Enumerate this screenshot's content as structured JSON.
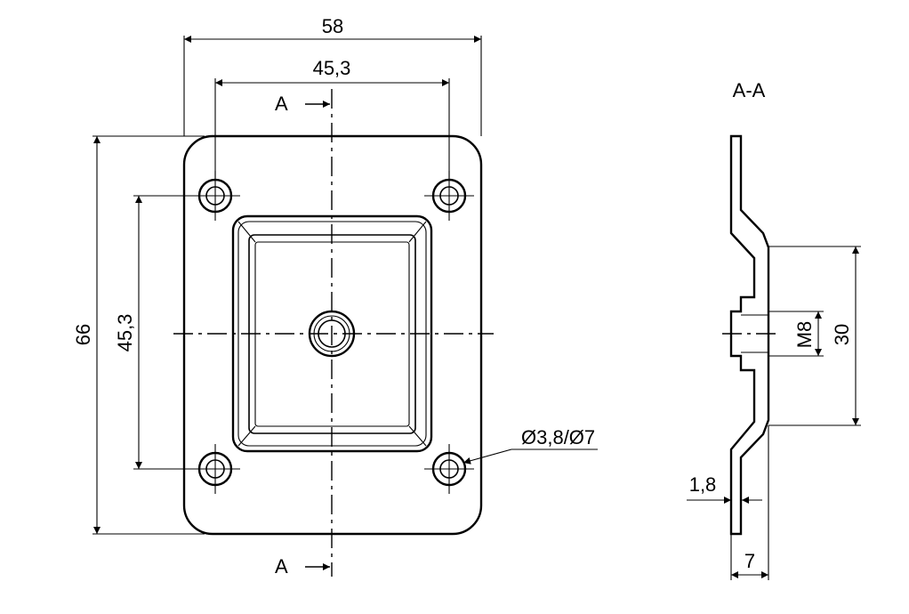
{
  "front_view": {
    "dim_overall_width": "58",
    "dim_hole_spacing_horizontal": "45,3",
    "dim_overall_height": "66",
    "dim_hole_spacing_vertical": "45,3",
    "hole_callout": "Ø3,8/Ø7",
    "section_label_top": "A",
    "section_label_bottom": "A"
  },
  "section_view": {
    "title": "A-A",
    "dim_boss_height": "30",
    "dim_thread": "M8",
    "dim_thickness": "1,8",
    "dim_depth": "7"
  }
}
